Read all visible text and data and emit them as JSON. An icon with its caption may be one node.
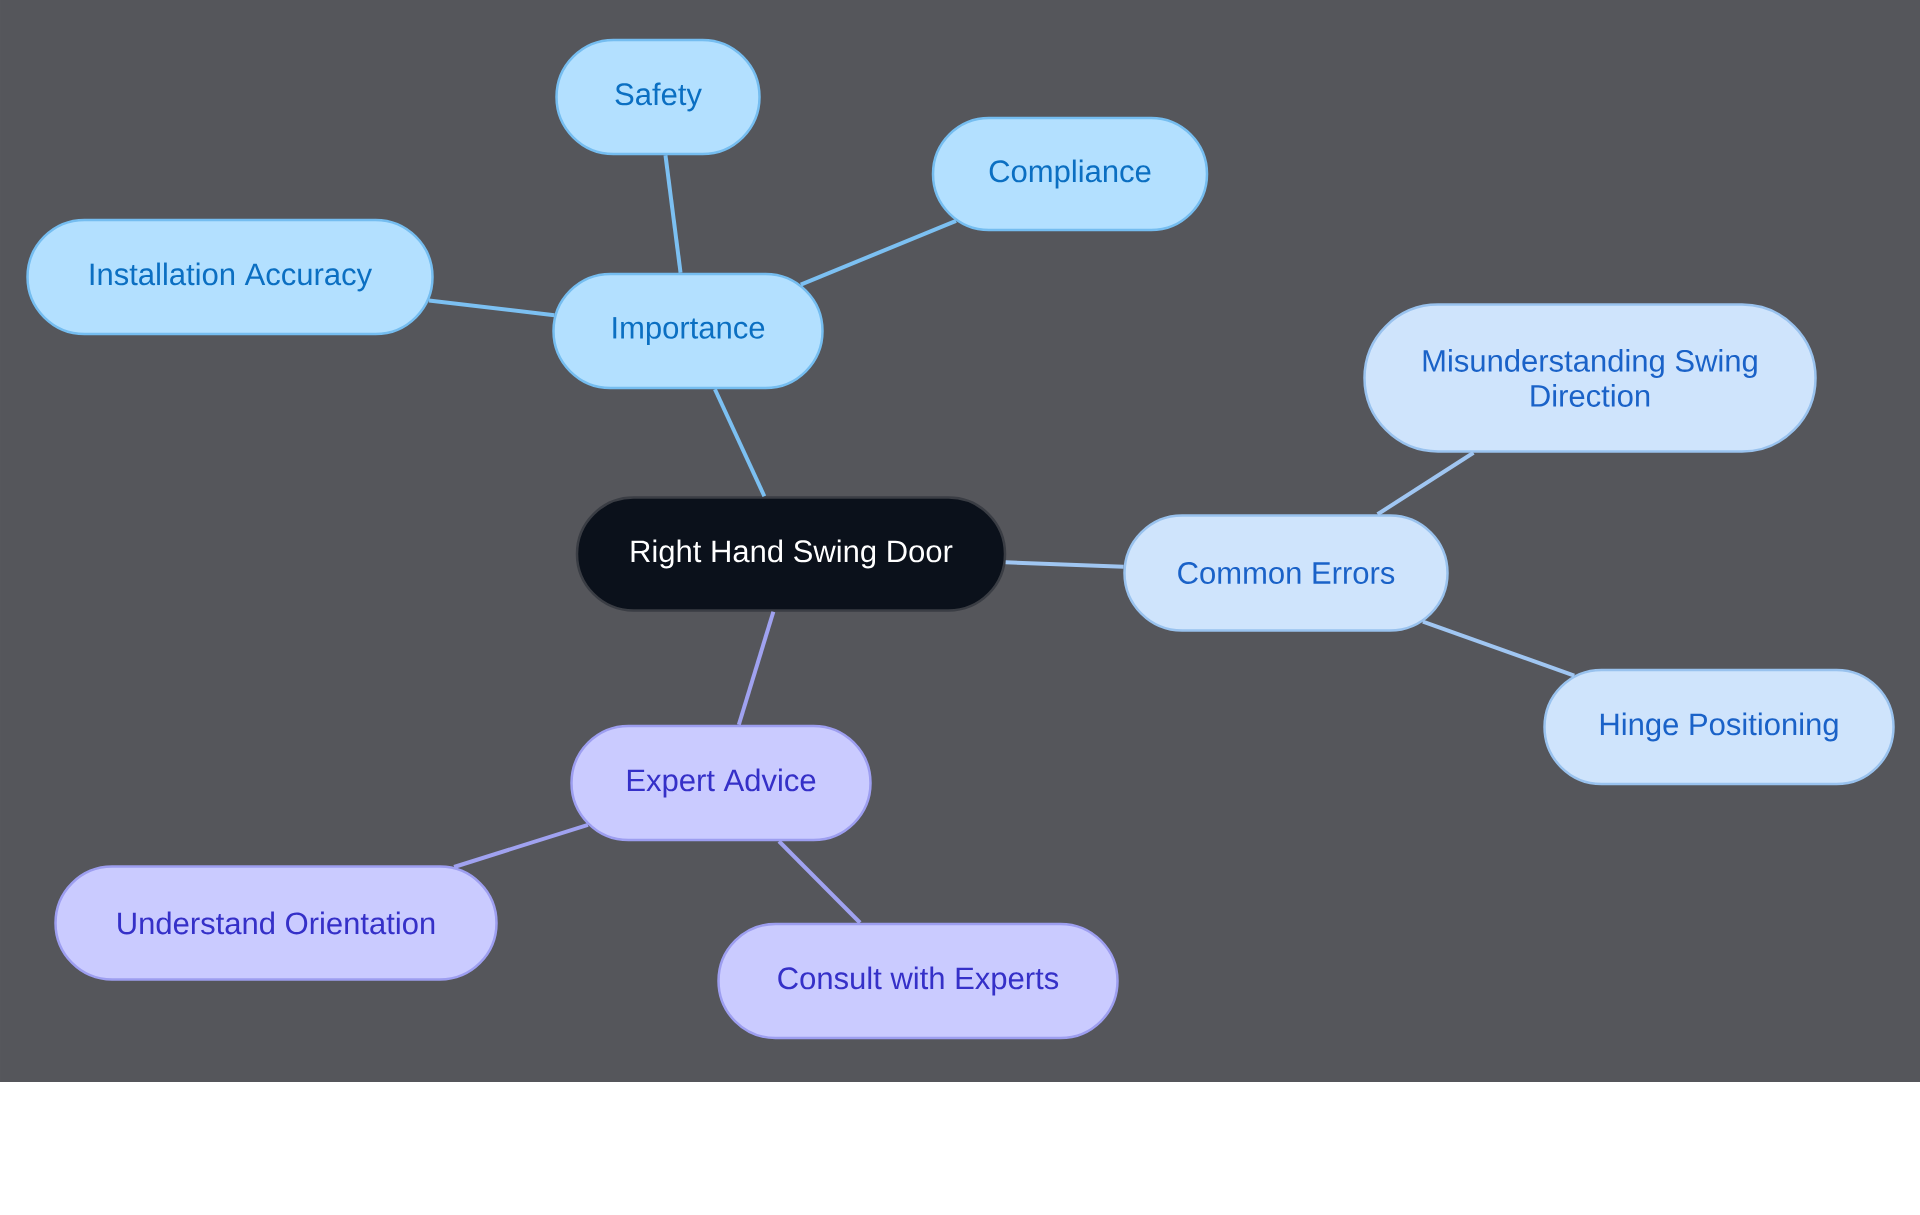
{
  "diagram": {
    "nodes": [
      {
        "text": [
          "Safety"
        ]
      },
      {
        "text": [
          "Compliance"
        ]
      },
      {
        "text": [
          "Installation Accuracy"
        ]
      },
      {
        "text": [
          "Importance"
        ]
      },
      {
        "text": [
          "Misunderstanding Swing Direction"
        ]
      },
      {
        "text": [
          "Right Hand Swing Door"
        ]
      },
      {
        "text": [
          "Common Errors"
        ]
      },
      {
        "text": [
          "Hinge Positioning"
        ]
      },
      {
        "text": [
          "Expert Advice"
        ]
      },
      {
        "text": [
          "Understand Orientation"
        ]
      },
      {
        "text": [
          "Consult with Experts"
        ]
      }
    ],
    "edges": [
      {
        "from": 5,
        "to": 3,
        "arrow": "none"
      },
      {
        "from": 3,
        "to": 0,
        "arrow": "none"
      },
      {
        "from": 3,
        "to": 1,
        "arrow": "none"
      },
      {
        "from": 3,
        "to": 2,
        "arrow": "none"
      },
      {
        "from": 5,
        "to": 6,
        "arrow": "none",
        "color": "#a0c6f2"
      },
      {
        "from": 6,
        "to": 4,
        "arrow": "none",
        "color": "#a0c6f2"
      },
      {
        "from": 6,
        "to": 7,
        "arrow": "none",
        "color": "#a0c6f2"
      },
      {
        "from": 5,
        "to": 8,
        "arrow": "none",
        "color": "#a0a2f0"
      },
      {
        "from": 8,
        "to": 9,
        "arrow": "none",
        "color": "#a0a2f0"
      },
      {
        "from": 8,
        "to": 10,
        "arrow": "none",
        "color": "#a0a2f0"
      }
    ]
  }
}
